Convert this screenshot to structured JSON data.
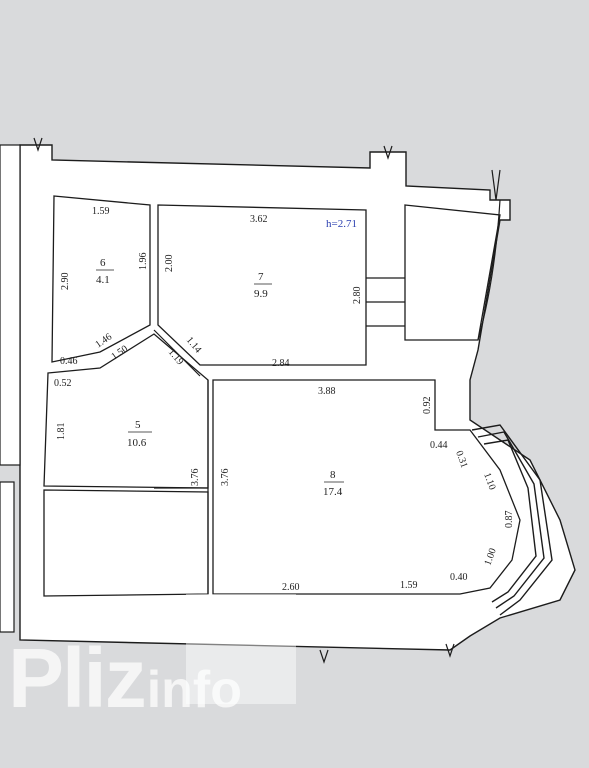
{
  "plan": {
    "ceiling_height": "h=2.71",
    "rooms": [
      {
        "id": "6",
        "number": "6",
        "area": "4.1"
      },
      {
        "id": "7",
        "number": "7",
        "area": "9.9"
      },
      {
        "id": "5",
        "number": "5",
        "area": "10.6"
      },
      {
        "id": "8",
        "number": "8",
        "area": "17.4"
      }
    ],
    "dimensions": {
      "d_159_top": "1.59",
      "d_290": "2.90",
      "d_196": "1.96",
      "d_046": "0.46",
      "d_146": "1.46",
      "d_150": "1.50",
      "d_362": "3.62",
      "d_200": "2.00",
      "d_280": "2.80",
      "d_114": "1.14",
      "d_119": "1.19",
      "d_284": "2.84",
      "d_052": "0.52",
      "d_181": "1.81",
      "d_376_a": "3.76",
      "d_376_b": "3.76",
      "d_388": "3.88",
      "d_092": "0.92",
      "d_044": "0.44",
      "d_031": "0.31",
      "d_110": "1.10",
      "d_087": "0.87",
      "d_100": "1.00",
      "d_040": "0.40",
      "d_260": "2.60",
      "d_159_bottom": "1.59"
    }
  },
  "watermark": {
    "main": "Pliz",
    "sub": "info"
  },
  "colors": {
    "wall": "#ffffff",
    "line": "#1c1c1c",
    "paper": "#d9dadc",
    "accent": "#2a3fb0"
  }
}
